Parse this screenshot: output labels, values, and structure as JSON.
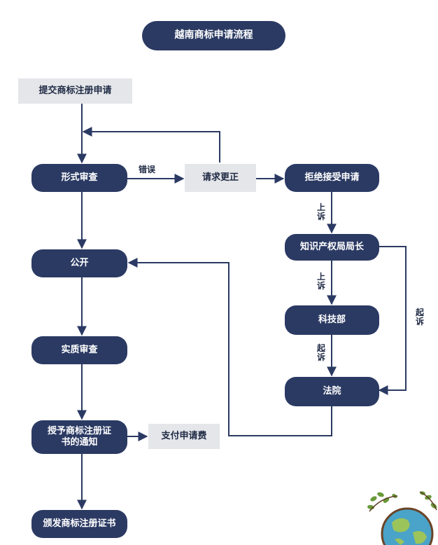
{
  "title": "越南商标申请流程",
  "nodes": {
    "submit": "提交商标注册申请",
    "formal_exam": "形式审查",
    "correction": "请求更正",
    "reject": "拒绝接受申请",
    "ip_director": "知识产权局局长",
    "publish": "公开",
    "tech_ministry": "科技部",
    "substantive_exam": "实质审查",
    "court": "法院",
    "grant_notice": "授予商标注册证书的通知",
    "pay_fee": "支付申请费",
    "issue_cert": "颁发商标注册证书"
  },
  "edge_labels": {
    "error": "错误",
    "appeal_1": "上诉",
    "appeal_2": "上诉",
    "sue_1": "起诉",
    "sue_2": "起诉"
  },
  "colors": {
    "pill": "#2b3a63",
    "box": "#e4e6ea",
    "line": "#2b3a63"
  }
}
